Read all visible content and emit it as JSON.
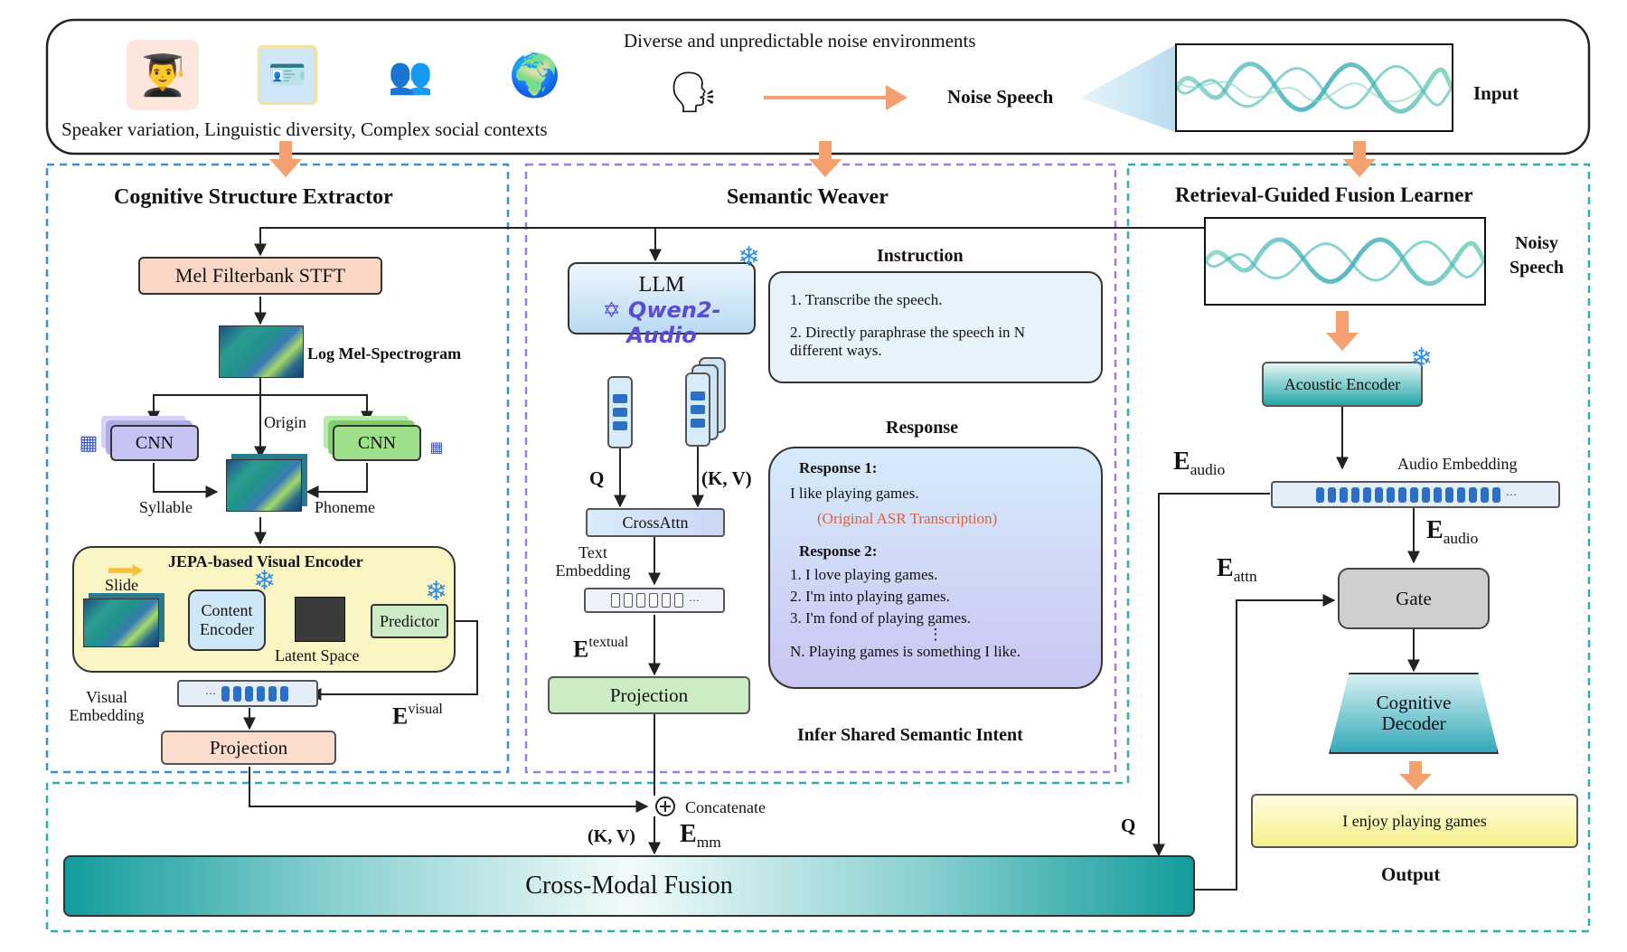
{
  "input_banner": {
    "context_caption": "Speaker variation, Linguistic diversity, Complex social contexts",
    "noise_caption": "Diverse and unpredictable noise environments",
    "noise_speech": "Noise Speech",
    "input_label": "Input"
  },
  "extractor": {
    "title": "Cognitive Structure Extractor",
    "mel_block": "Mel Filterbank STFT",
    "log_mel": "Log Mel-Spectrogram",
    "origin": "Origin",
    "cnn_left": "CNN",
    "cnn_right": "CNN",
    "syllable": "Syllable",
    "phoneme": "Phoneme",
    "jepa_title": "JEPA-based Visual Encoder",
    "slide": "Slide",
    "content_encoder": "Content Encoder",
    "predictor": "Predictor",
    "latent_space": "Latent Space",
    "visual_embedding": "Visual Embedding",
    "e_visual_base": "E",
    "e_visual_sup": "visual",
    "projection": "Projection"
  },
  "weaver": {
    "title": "Semantic Weaver",
    "llm": "LLM",
    "qwen": "Qwen2-Audio",
    "q_label": "Q",
    "kv_label": "(K, V)",
    "crossattn": "CrossAttn",
    "text_embedding": "Text Embedding",
    "e_textual_base": "E",
    "e_textual_sup": "textual",
    "projection": "Projection",
    "instruction_title": "Instruction",
    "instruction_1": "1. Transcribe the speech.",
    "instruction_2": "2. Directly paraphrase the speech in N different ways.",
    "response_title": "Response",
    "response_1_head": "Response 1:",
    "response_1_text": "I like playing games.",
    "response_1_note": "(Original ASR Transcription)",
    "response_2_head": "Response 2:",
    "response_2_lines": [
      "1. I love playing games.",
      "2. I'm into playing games.",
      "3. I'm fond of playing games."
    ],
    "vdots": "⋮",
    "response_n": "N. Playing games is something I like.",
    "intent": "Infer Shared Semantic Intent"
  },
  "fusion_learner": {
    "title": "Retrieval-Guided Fusion Learner",
    "noisy_speech": "Noisy Speech",
    "acoustic_encoder": "Acoustic Encoder",
    "audio_embedding": "Audio  Embedding",
    "e_audio_base": "E",
    "e_audio_sub": "audio",
    "e_attn_base": "E",
    "e_attn_sub": "attn",
    "gate": "Gate",
    "cognitive_decoder": "Cognitive Decoder",
    "output_text": "I enjoy playing games",
    "output_label": "Output",
    "q_label": "Q"
  },
  "fusion": {
    "concatenate": "Concatenate",
    "kv_label": "(K, V)",
    "e_mm_base": "E",
    "e_mm_sub": "mm",
    "cross_modal": "Cross-Modal Fusion"
  },
  "colors": {
    "arrow_orange": "#f4a070",
    "blue_dash": "#3a8fd6",
    "purple_dash": "#9b7ce0",
    "teal": "#1aa3a3",
    "embed_blue": "#2b6fc9"
  }
}
